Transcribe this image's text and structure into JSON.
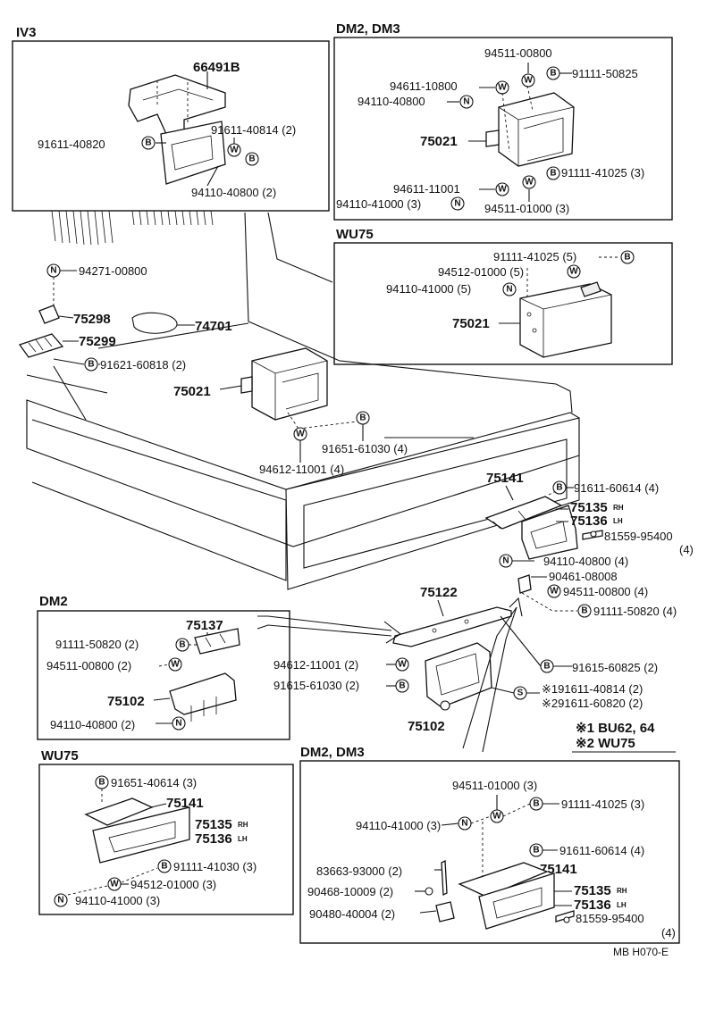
{
  "sections": {
    "iv3": {
      "title": "IV3",
      "parts": {
        "p66491b": "66491B",
        "p91611_40820": "91611-40820",
        "p91611_40814": "91611-40814 (2)",
        "p94110_40800": "94110-40800 (2)"
      }
    },
    "dm2_dm3_top": {
      "title": "DM2, DM3",
      "parts": {
        "p94511_00800": "94511-00800",
        "p94611_10800": "94611-10800",
        "p91111_50825": "91111-50825",
        "p94110_40800": "94110-40800",
        "p75021": "75021",
        "p91111_41025": "91111-41025 (3)",
        "p94611_11001": "94611-11001",
        "p94110_41000": "94110-41000 (3)",
        "p94511_01000": "94511-01000 (3)"
      }
    },
    "wu75_top": {
      "title": "WU75",
      "parts": {
        "p91111_41025": "91111-41025 (5)",
        "p94512_01000": "94512-01000 (5)",
        "p94110_41000": "94110-41000 (5)",
        "p75021": "75021"
      }
    },
    "main": {
      "parts": {
        "p94271_00800": "94271-00800",
        "p75298": "75298",
        "p74701": "74701",
        "p75299": "75299",
        "p91621_60818": "91621-60818 (2)",
        "p75021": "75021",
        "p91651_61030": "91651-61030 (4)",
        "p94612_11001": "94612-11001 (4)",
        "p75141": "75141",
        "p91611_60614": "91611-60614 (4)",
        "p75135": "75135",
        "p75135_side": "RH",
        "p75136": "75136",
        "p75136_side": "LH",
        "p81559_95400": "81559-95400",
        "p81559_95400_qty": "(4)",
        "p94110_40800": "94110-40800 (4)",
        "p90461_08008": "90461-08008",
        "p94511_00800": "94511-00800 (4)",
        "p91111_50820": "91111-50820 (4)",
        "p75122": "75122",
        "p94612_11001b": "94612-11001 (2)",
        "p91615_61030": "91615-61030 (2)",
        "p91615_60825": "91615-60825 (2)",
        "p191611_40814": "※191611-40814 (2)",
        "p291611_60820": "※291611-60820 (2)",
        "p75102": "75102"
      }
    },
    "dm2_box": {
      "title": "DM2",
      "parts": {
        "p75137": "75137",
        "p91111_50820": "91111-50820 (2)",
        "p94511_00800": "94511-00800 (2)",
        "p75102": "75102",
        "p94110_40800": "94110-40800 (2)"
      }
    },
    "notes": {
      "note1": "※1 BU62, 64",
      "note2": "※2 WU75"
    },
    "wu75_bottom": {
      "title": "WU75",
      "parts": {
        "p91651_40614": "91651-40614 (3)",
        "p75141": "75141",
        "p75135": "75135",
        "p75135_side": "RH",
        "p75136": "75136",
        "p75136_side": "LH",
        "p91111_41030": "91111-41030 (3)",
        "p94512_01000": "94512-01000 (3)",
        "p94110_41000": "94110-41000 (3)"
      }
    },
    "dm2_dm3_bottom": {
      "title": "DM2, DM3",
      "parts": {
        "p94511_01000": "94511-01000 (3)",
        "p94110_41000": "94110-41000 (3)",
        "p91111_41025": "91111-41025 (3)",
        "p91611_60614": "91611-60614 (4)",
        "p83663_93000": "83663-93000 (2)",
        "p75141": "75141",
        "p90468_10009": "90468-10009 (2)",
        "p75135": "75135",
        "p75135_side": "RH",
        "p90480_40004": "90480-40004 (2)",
        "p75136": "75136",
        "p75136_side": "LH",
        "p81559_95400": "81559-95400",
        "p81559_95400_qty": "(4)"
      }
    }
  },
  "symbols": {
    "bolt": "B",
    "washer": "W",
    "nut": "N",
    "screw": "S"
  },
  "footer": {
    "code": "MB H070-E"
  }
}
